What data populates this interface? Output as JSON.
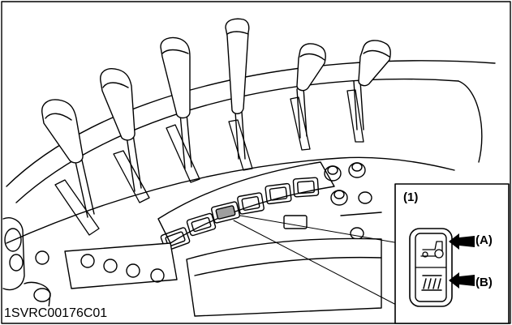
{
  "figure": {
    "code": "1SVRC00176C01"
  },
  "callout": {
    "label": "(1)",
    "marker_a": "(A)",
    "marker_b": "(B)"
  },
  "colors": {
    "line": "#000000",
    "background": "#ffffff",
    "highlight_switch": "#9e9e9e"
  },
  "icons": {
    "switch_a": "tractor-icon",
    "switch_b": "double-bar-icon",
    "pointer": "left-arrow-icon"
  }
}
